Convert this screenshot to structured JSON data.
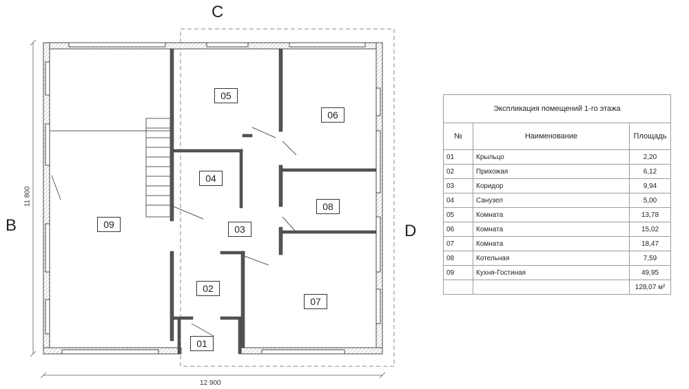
{
  "axes": {
    "top": "C",
    "left": "B",
    "right": "D"
  },
  "dimensions": {
    "width": "12 900",
    "height": "11 800"
  },
  "rooms": [
    {
      "id": "01"
    },
    {
      "id": "02"
    },
    {
      "id": "03"
    },
    {
      "id": "04"
    },
    {
      "id": "05"
    },
    {
      "id": "06"
    },
    {
      "id": "07"
    },
    {
      "id": "08"
    },
    {
      "id": "09"
    }
  ],
  "table": {
    "title": "Экспликация помещений 1-го этажа",
    "headers": [
      "№",
      "Наименование",
      "Площадь"
    ],
    "rows": [
      [
        "01",
        "Крыльцо",
        "2,20"
      ],
      [
        "02",
        "Прихожая",
        "6,12"
      ],
      [
        "03",
        "Коридор",
        "9,94"
      ],
      [
        "04",
        "Санузел",
        "5,00"
      ],
      [
        "05",
        "Комната",
        "13,78"
      ],
      [
        "06",
        "Комната",
        "15,02"
      ],
      [
        "07",
        "Комната",
        "18,47"
      ],
      [
        "08",
        "Котельная",
        "7,59"
      ],
      [
        "09",
        "Кухня-Гостиная",
        "49,95"
      ]
    ],
    "total": "128,07 м²"
  },
  "colors": {
    "wall": "#333333",
    "hatch": "#cfcfcf",
    "line": "#555555"
  }
}
